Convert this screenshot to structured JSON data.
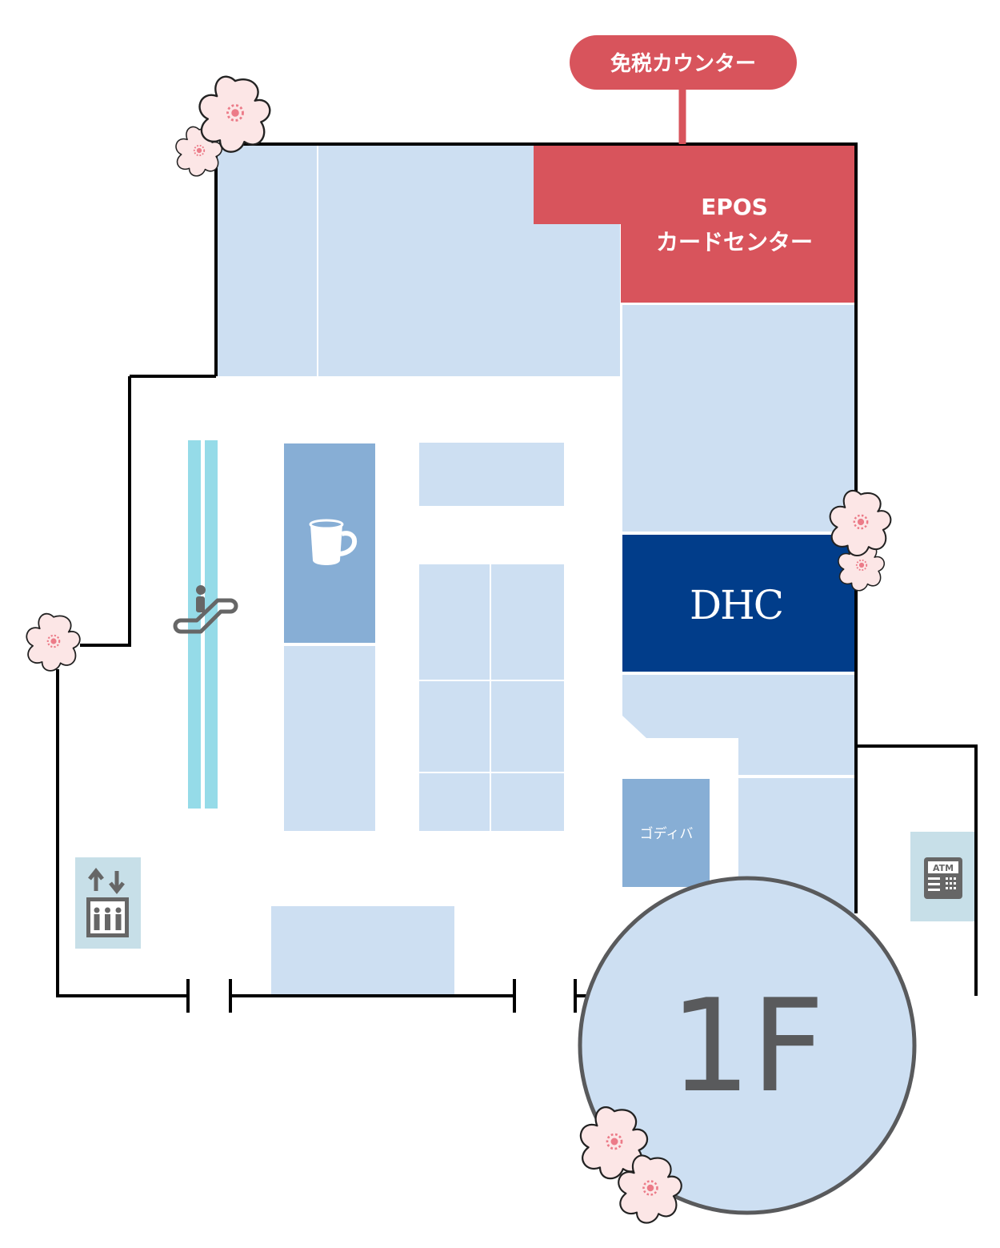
{
  "colors": {
    "store": "#cddff2",
    "cafe": "#87aed5",
    "highlight_red": "#d8545c",
    "dhc_navy": "#013d8a",
    "escalator_line": "#95dbe8",
    "service_box": "#c7dfe8",
    "wall": "#000000",
    "floor_badge_border": "#595a5c",
    "blossom_fill": "#fce6e6",
    "blossom_center": "#ec7b88",
    "icon_gray": "#666666"
  },
  "callout": {
    "tax_free_counter": "免税カウンター"
  },
  "stores": {
    "epos_line1": "EPOS",
    "epos_line2": "カードセンター",
    "dhc": "DHC",
    "godiva": "ゴディバ"
  },
  "icons": {
    "cafe": "coffee-cup-icon",
    "escalator": "escalator-icon",
    "elevator": "elevator-icon",
    "atm": "atm-icon"
  },
  "atm_label": "ATM",
  "floor": {
    "label": "1F"
  }
}
